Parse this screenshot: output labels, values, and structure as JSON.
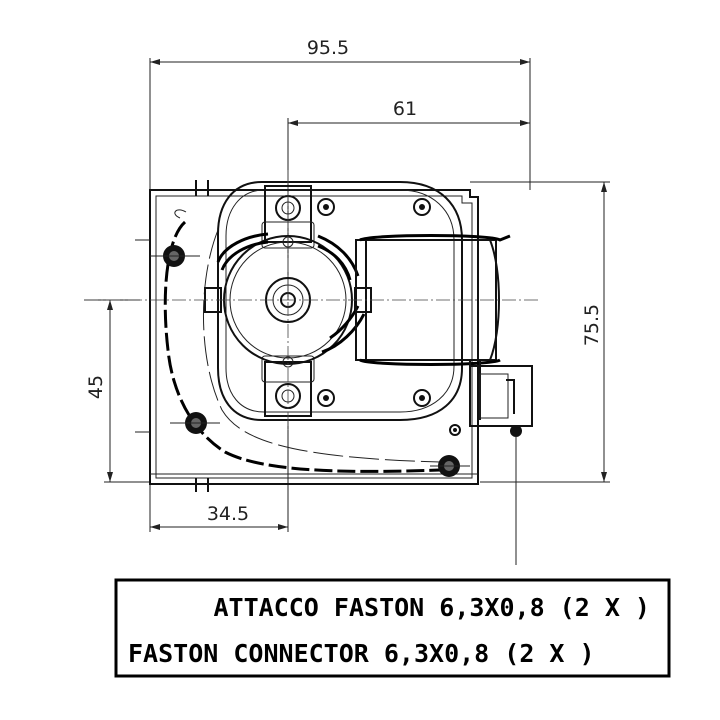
{
  "dimensions": {
    "overall_width": "95.5",
    "shaft_to_edge": "61",
    "height": "75.5",
    "shaft_height": "45",
    "shaft_offset": "34.5"
  },
  "label": {
    "line1": "ATTACCO FASTON 6,3X0,8 (2 X )",
    "line2": "FASTON CONNECTOR 6,3X0,8 (2 X )"
  }
}
